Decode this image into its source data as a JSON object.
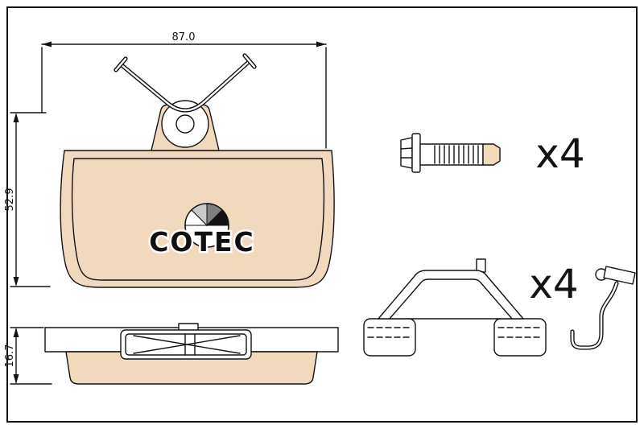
{
  "colors": {
    "pad_fill": "#f0d9bd",
    "line": "#131313",
    "background": "#ffffff"
  },
  "dimensions": {
    "width": "87.0",
    "height": "52.9",
    "thickness": "16.7"
  },
  "logo": {
    "text": "COTEC"
  },
  "hardware": {
    "bolt_quantity": "x4",
    "clip_quantity": "x4"
  }
}
